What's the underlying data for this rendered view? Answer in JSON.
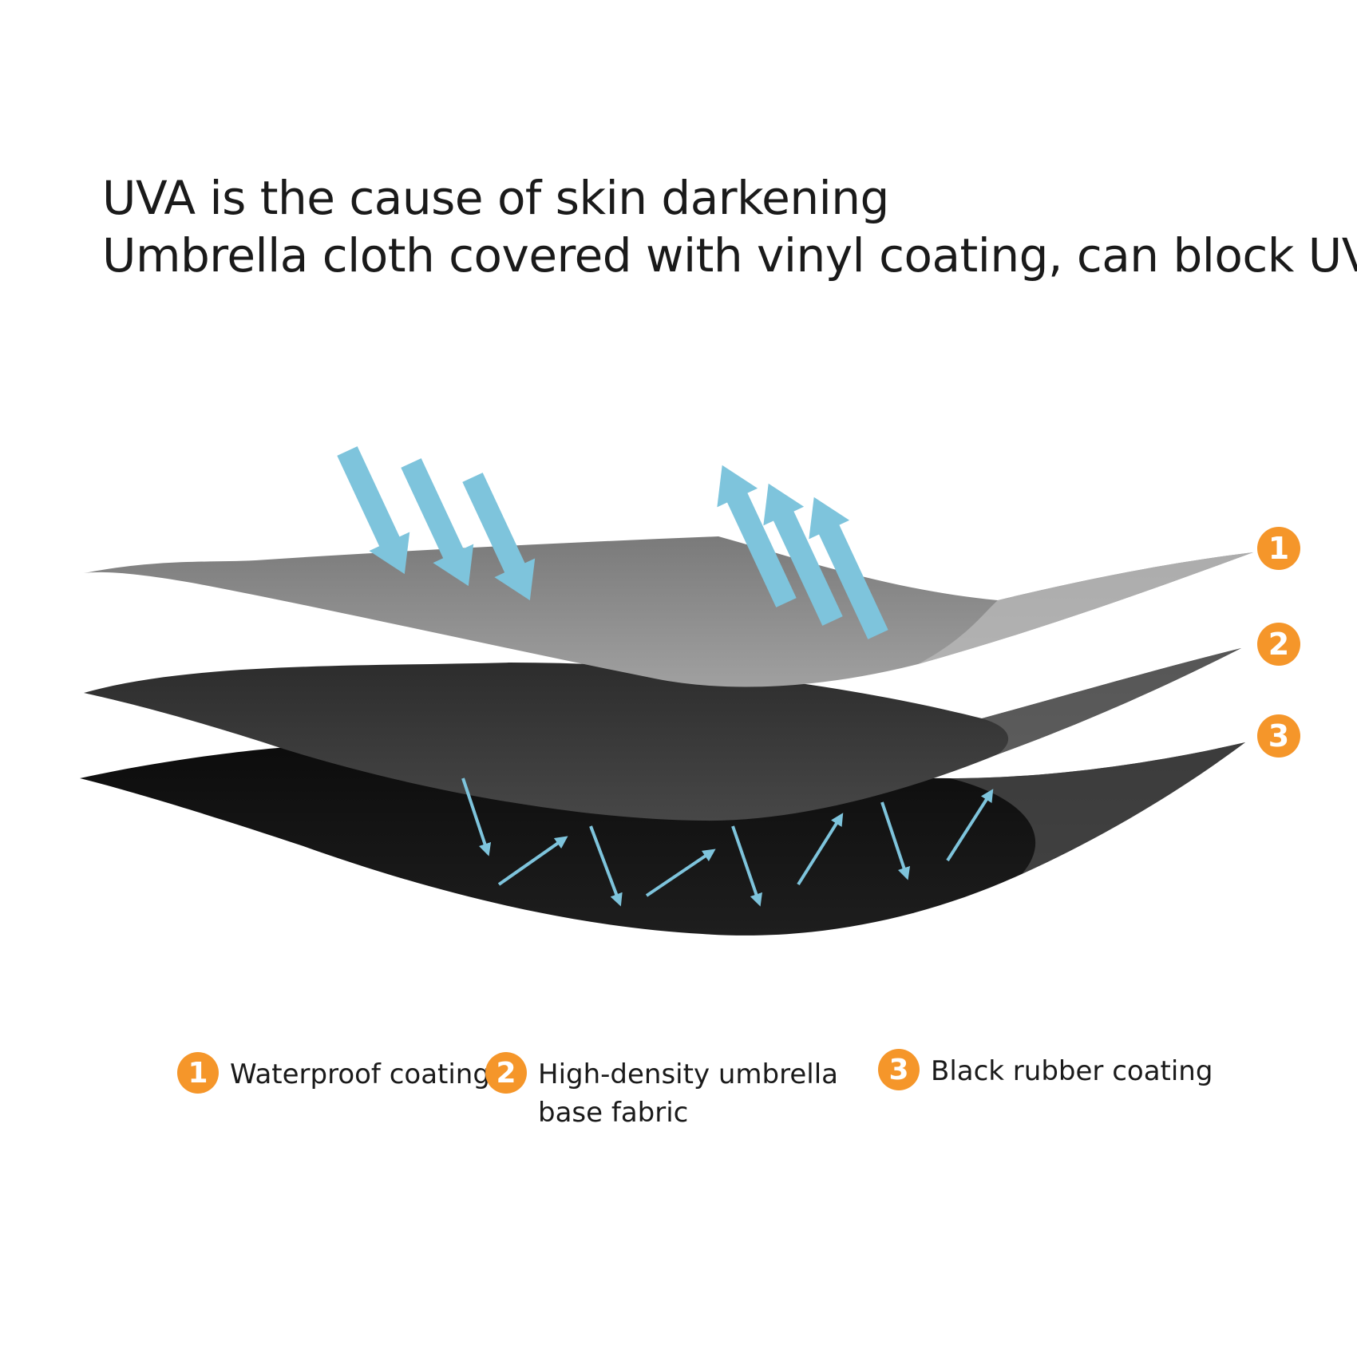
{
  "headline": {
    "line1": "UVA is the cause of skin darkening",
    "line2": "Umbrella cloth covered with vinyl coating, can block UVA"
  },
  "layers": [
    {
      "number": "1",
      "label": "Waterproof coating",
      "color": "#8e8e8e"
    },
    {
      "number": "2",
      "label_line1": "High-density umbrella",
      "label_line2": "base fabric",
      "color": "#3a3a3a"
    },
    {
      "number": "3",
      "label": "Black rubber coating",
      "color": "#121212"
    }
  ],
  "colors": {
    "badge": "#f5962a",
    "arrow": "#7ec4dc"
  },
  "icons": [
    "uv-ray-incoming-arrow",
    "uv-ray-reflected-arrow",
    "uv-scatter-arrow"
  ]
}
